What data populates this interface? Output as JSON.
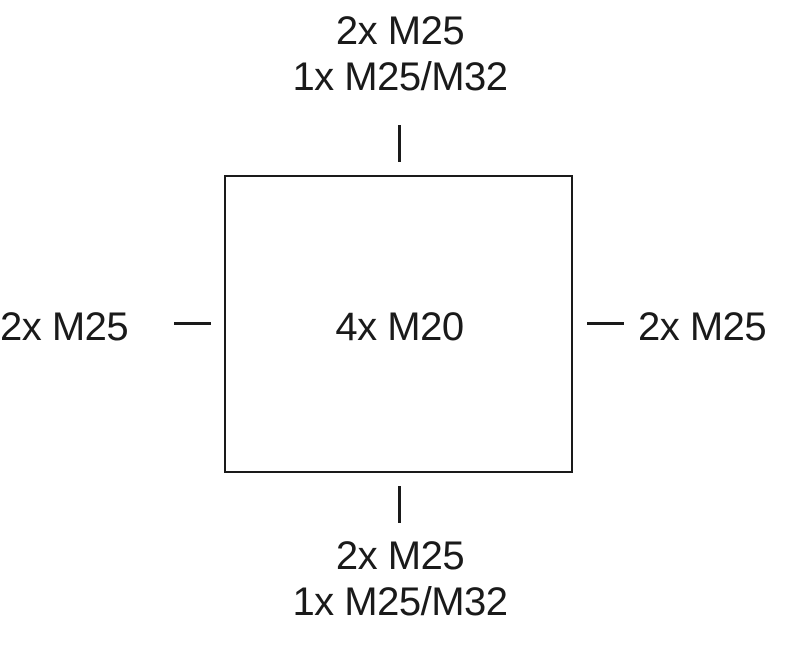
{
  "top": {
    "line1": "2x M25",
    "line2": "1x M25/M32"
  },
  "bottom": {
    "line1": "2x M25",
    "line2": "1x M25/M32"
  },
  "left": {
    "label": "2x M25"
  },
  "right": {
    "label": "2x M25"
  },
  "center": {
    "label": "4x M20"
  },
  "colors": {
    "line": "#1a1a1a",
    "background": "#ffffff"
  }
}
